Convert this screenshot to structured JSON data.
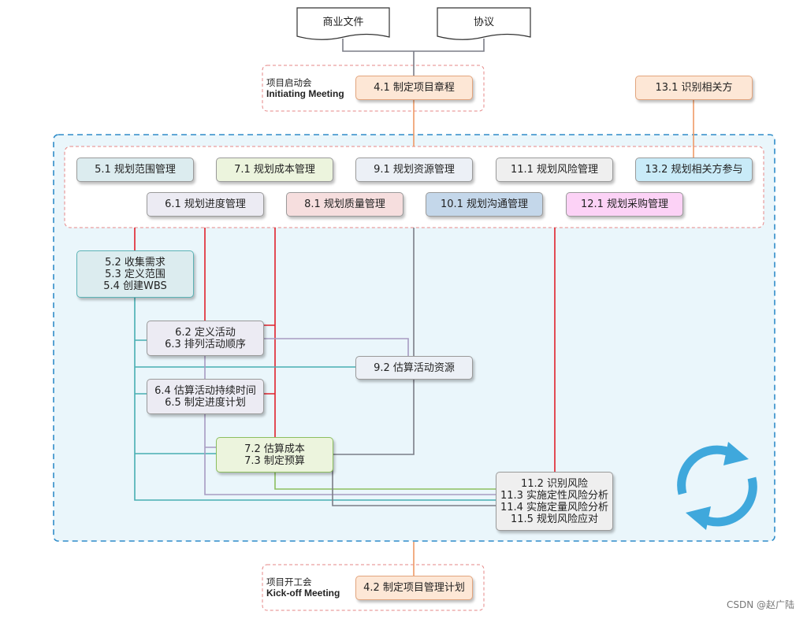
{
  "documents": {
    "business_docs": "商业文件",
    "agreements": "协议"
  },
  "initiating_meeting": {
    "label_cn": "项目启动会",
    "label_en": "Initiating Meeting",
    "process": "4.1 制定项目章程"
  },
  "identify_stakeholders": "13.1 识别相关方",
  "planning_row1": [
    "5.1 规划范围管理",
    "7.1 规划成本管理",
    "9.1 规划资源管理",
    "11.1 规划风险管理",
    "13.2 规划相关方参与"
  ],
  "planning_row2": [
    "6.1 规划进度管理",
    "8.1 规划质量管理",
    "10.1 规划沟通管理",
    "12.1 规划采购管理"
  ],
  "scope_box": [
    "5.2 收集需求",
    "5.3 定义范围",
    "5.4 创建WBS"
  ],
  "activity_box": [
    "6.2 定义活动",
    "6.3 排列活动顺序"
  ],
  "resource_box": "9.2 估算活动资源",
  "schedule_box": [
    "6.4 估算活动持续时间",
    "6.5 制定进度计划"
  ],
  "cost_box": [
    "7.2 估算成本",
    "7.3 制定预算"
  ],
  "risk_box": [
    "11.2 识别风险",
    "11.3 实施定性风险分析",
    "11.4 实施定量风险分析",
    "11.5 规划风险应对"
  ],
  "kickoff_meeting": {
    "label_cn": "项目开工会",
    "label_en": "Kick-off Meeting",
    "process": "4.2 制定项目管理计划"
  },
  "watermark": "CSDN @赵广陆",
  "colors": {
    "process_orange": "#fde7d6",
    "scope_blue": "#dcecef",
    "cost_green": "#ecf4dd",
    "resource_gray": "#ecf0f6",
    "risk_gray": "#efefef",
    "stakeholder_blue": "#c9ebf8",
    "schedule_lavender": "#ecebf3",
    "quality_pink": "#f6dede",
    "comm_blue": "#c4d7ea",
    "procure_magenta": "#fcd2f6",
    "cycle_arrow": "#3fa8dc",
    "planning_area": "#eaf6fb"
  }
}
